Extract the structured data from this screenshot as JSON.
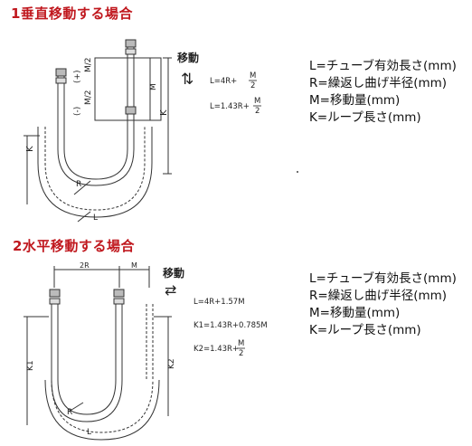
{
  "section1": {
    "title": "1垂直移動する場合",
    "motion_label": "移動",
    "motion_arrows": "⇅",
    "formula_L_prefix": "L=4R+",
    "formula_L1_prefix": "L=1.43R+",
    "frac_num": "M",
    "frac_den": "2",
    "labels": {
      "plus_half_m": "(+)",
      "minus_half_m": "(-)",
      "m_over_2": "M/2",
      "m": "M",
      "k_right": "K",
      "k_left": "K",
      "r": "R",
      "l": "L"
    },
    "legend": [
      "L=チューブ有効長さ(mm)",
      "R=繰返し曲げ半径(mm)",
      "M=移動量(mm)",
      "K=ループ長さ(mm)"
    ]
  },
  "section2": {
    "title": "2水平移動する場合",
    "motion_label": "移動",
    "motion_arrows": "⇄",
    "formula_L": "L=4R+1.57M",
    "formula_K1": "K1=1.43R+0.785M",
    "formula_K2_prefix": "K2=1.43R+",
    "frac_num": "M",
    "frac_den": "2",
    "labels": {
      "two_r": "2R",
      "m": "M",
      "k1": "K1",
      "k2": "K2",
      "r": "R",
      "l": "L"
    },
    "legend": [
      "L=チューブ有効長さ(mm)",
      "R=繰返し曲げ半径(mm)",
      "M=移動量(mm)",
      "K=ループ長さ(mm)"
    ]
  }
}
